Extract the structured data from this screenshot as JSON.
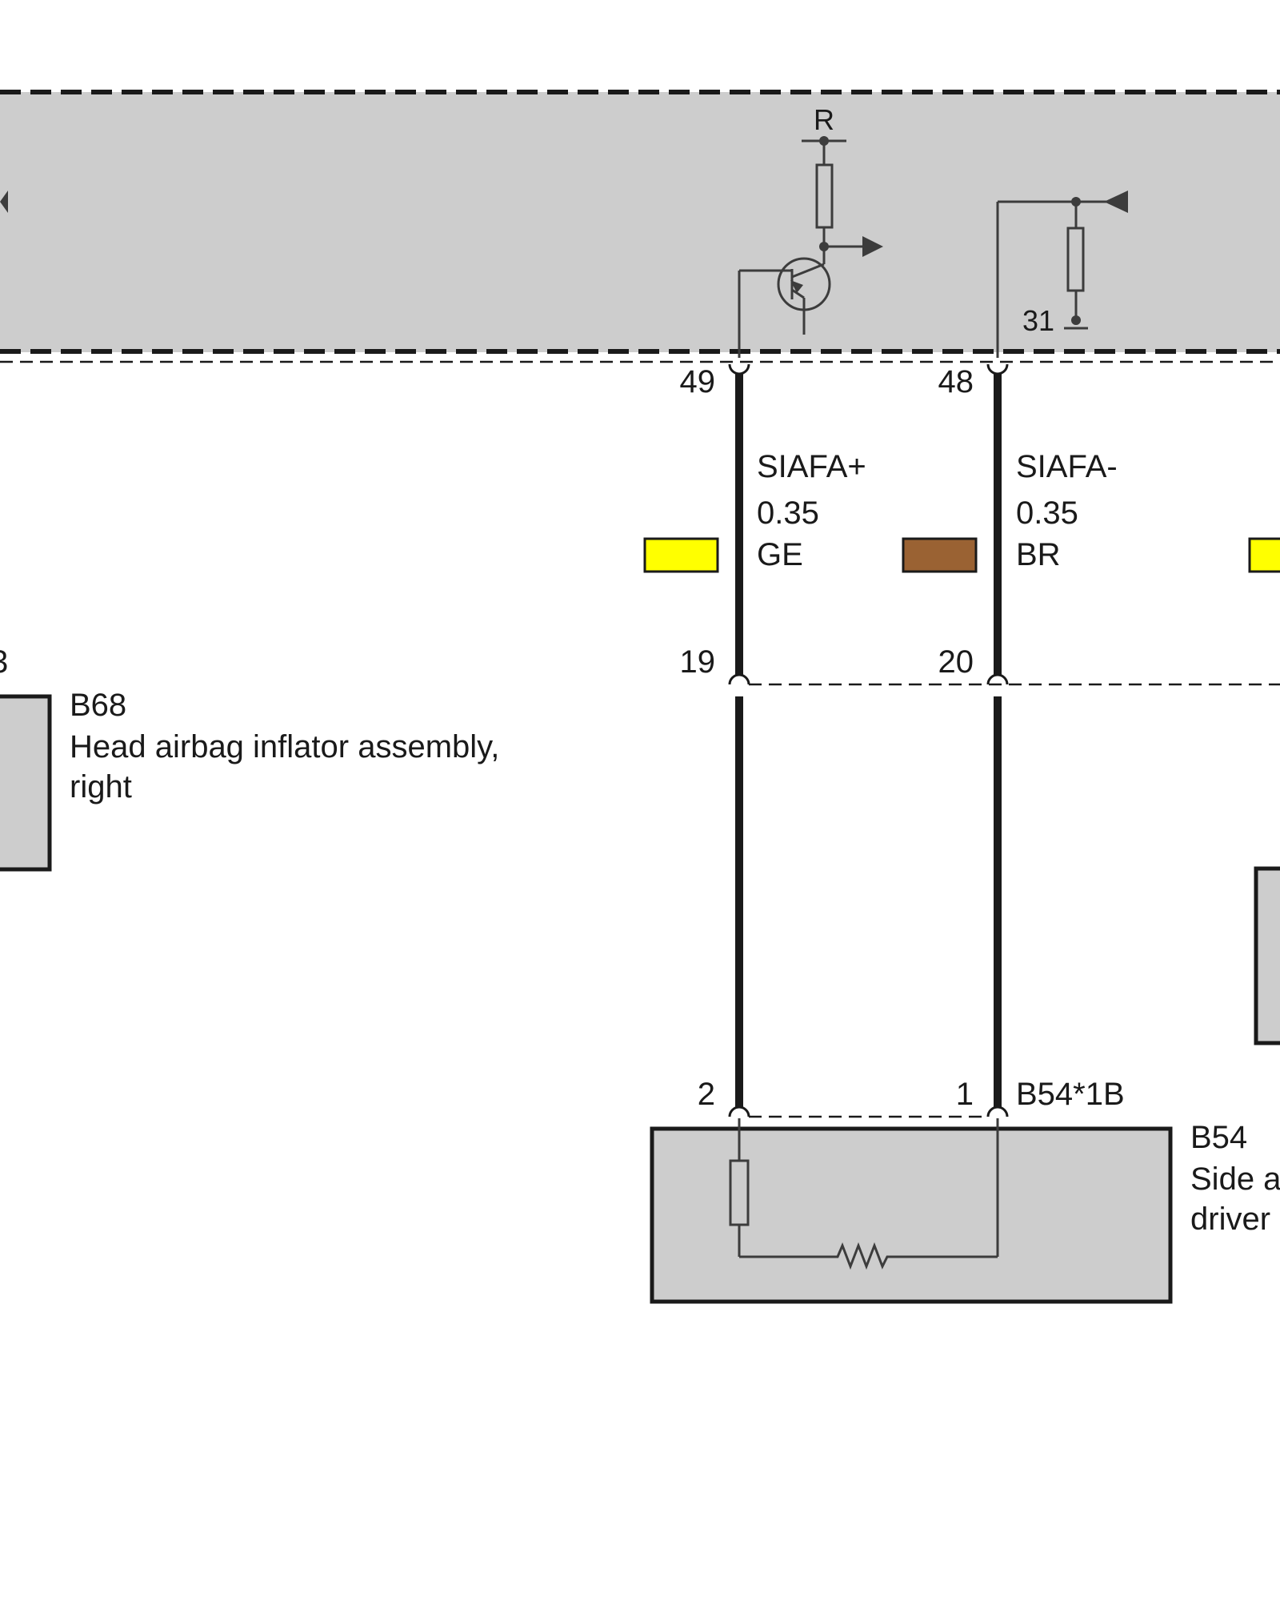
{
  "control_unit": {
    "supply_label": "R",
    "ground_label": "31"
  },
  "wires": [
    {
      "id": "left",
      "signal": "SIAFA+",
      "cross_section": "0.35",
      "color_code": "GE",
      "swatch_color": "#ffff00",
      "pin_top": "49",
      "pin_mid": "19",
      "pin_bottom": "2"
    },
    {
      "id": "right",
      "signal": "SIAFA-",
      "cross_section": "0.35",
      "color_code": "BR",
      "swatch_color": "#9a6233",
      "pin_top": "48",
      "pin_mid": "20",
      "pin_bottom": "1"
    }
  ],
  "edge_swatch_color": "#ffff00",
  "left_component": {
    "code": "B68",
    "description_line1": "Head airbag inflator assembly,",
    "description_line2": "right",
    "clipped_pin_fragment": "3"
  },
  "bottom_component": {
    "connector": "B54*1B",
    "code": "B54",
    "description_line1_fragment": "Side a",
    "description_line2_fragment": "driver"
  },
  "colors": {
    "module_fill": "#cdcdcd",
    "line": "#1a1a1a",
    "symbol": "#3c3c3c"
  }
}
